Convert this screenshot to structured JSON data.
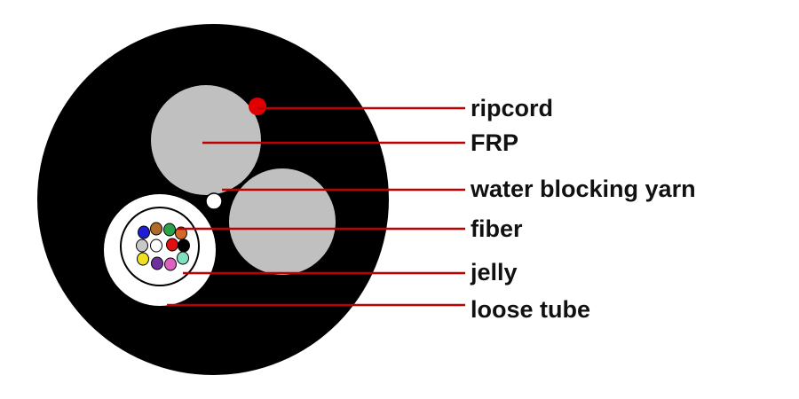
{
  "labels": {
    "ripcord": "ripcord",
    "frp": "FRP",
    "water_blocking_yarn": "water blocking yarn",
    "fiber": "fiber",
    "jelly": "jelly",
    "loose_tube": "loose tube"
  },
  "colors": {
    "jacket": "#000000",
    "frp": "#c0c0c0",
    "filler": "#c0c0c0",
    "ripcord": "#e00000",
    "leader": "#c00000",
    "loose_tube": "#ffffff",
    "yarn": "#ffffff",
    "text": "#111111"
  },
  "fiber_colors": [
    "#1f1fd0",
    "#b06a2a",
    "#2aa24a",
    "#d06a2a",
    "#c8c8c8",
    "#ffffff",
    "#e01010",
    "#000000",
    "#f0e020",
    "#7030a0",
    "#e060c0",
    "#80e0c0"
  ]
}
